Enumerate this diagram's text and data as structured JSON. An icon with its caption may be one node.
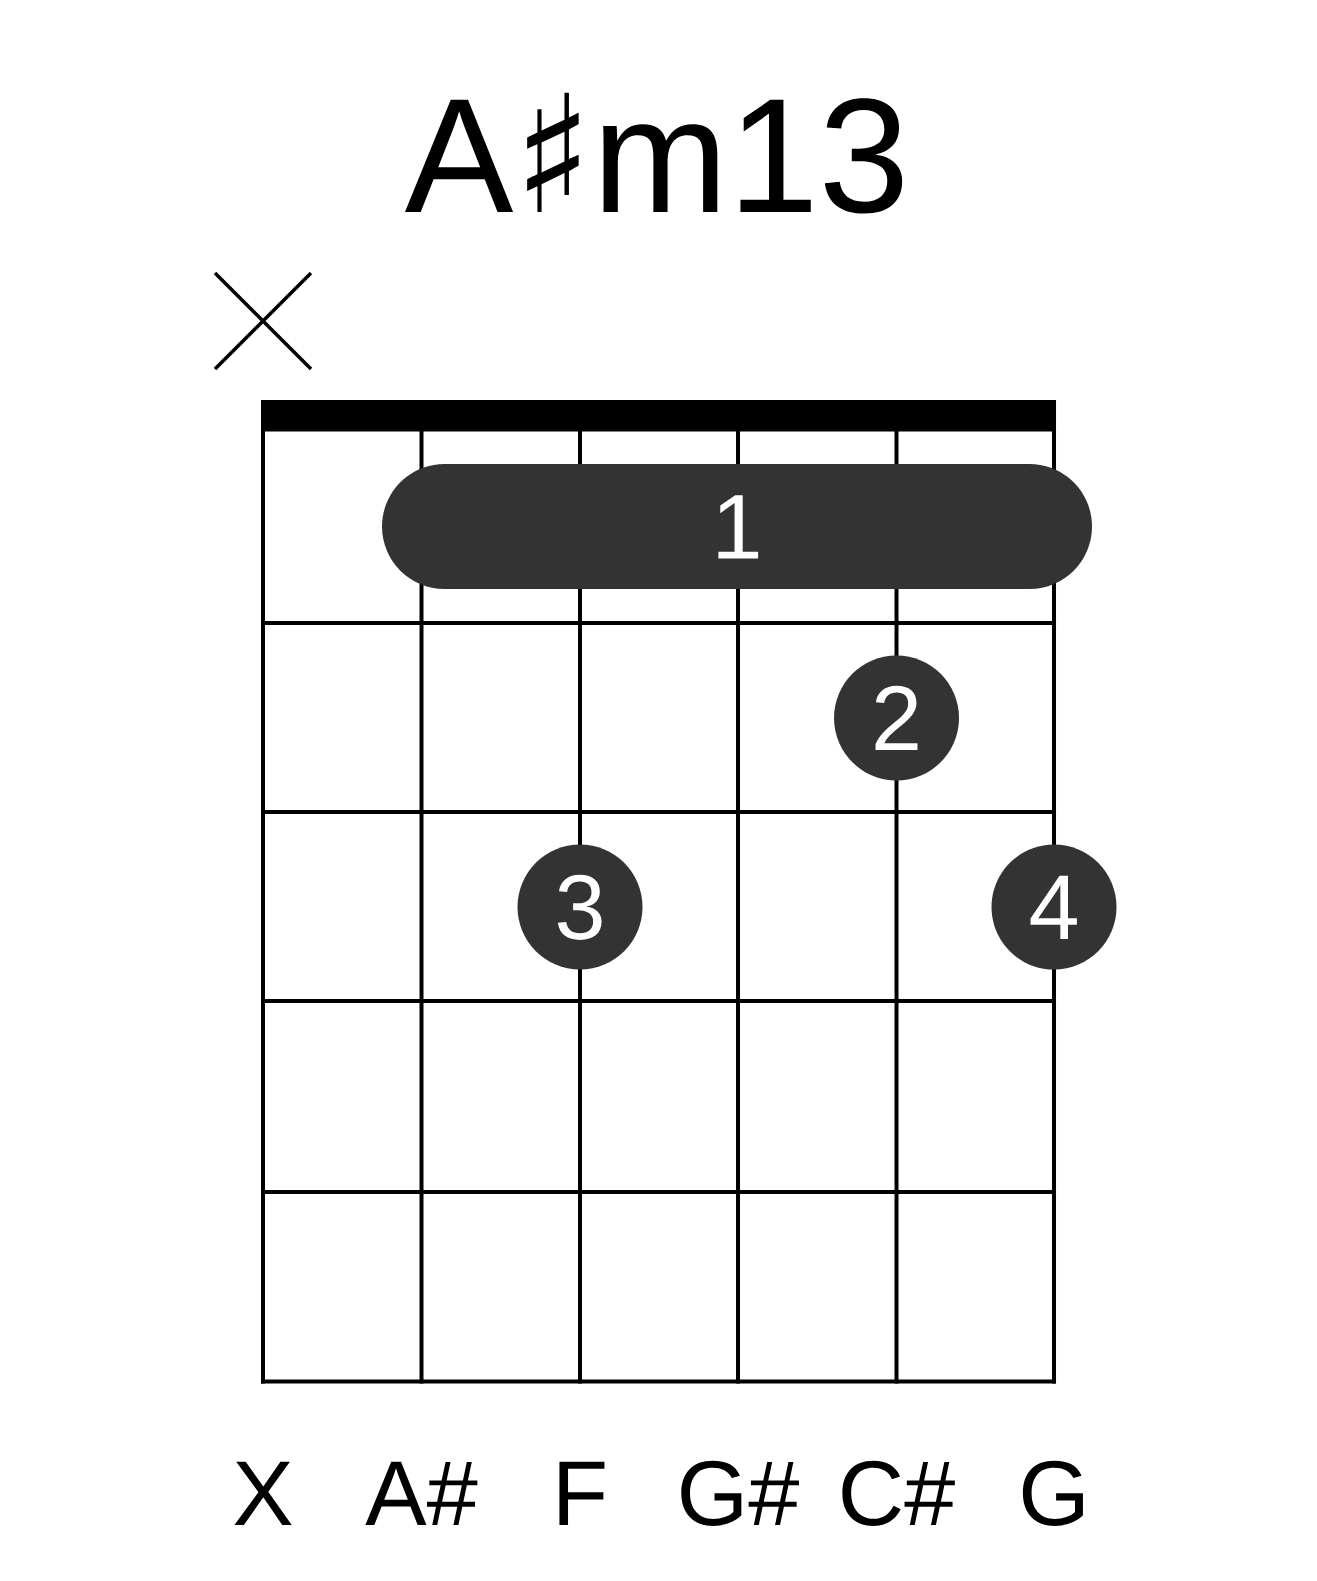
{
  "diagram": {
    "title": "A♯m13",
    "nodes": [
      {
        "text": [
          "1"
        ]
      },
      {
        "text": [
          "2"
        ]
      },
      {
        "text": [
          "3"
        ]
      },
      {
        "text": [
          "4"
        ]
      }
    ],
    "labels": [
      "X",
      "A#",
      "F",
      "G#",
      "C#",
      "G"
    ]
  }
}
